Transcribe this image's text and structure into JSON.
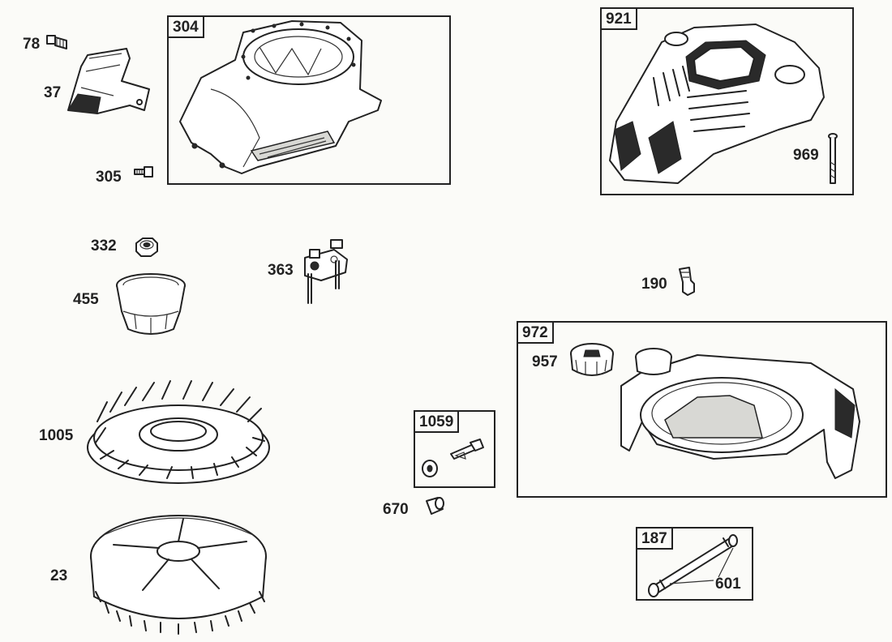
{
  "parts": {
    "p78": "78",
    "p37": "37",
    "p305": "305",
    "p332": "332",
    "p455": "455",
    "p363": "363",
    "p1005": "1005",
    "p23": "23",
    "p670": "670",
    "p190": "190",
    "p957": "957",
    "p969": "969",
    "p601": "601"
  },
  "boxes": {
    "b304": "304",
    "b921": "921",
    "b972": "972",
    "b1059": "1059",
    "b187": "187"
  }
}
